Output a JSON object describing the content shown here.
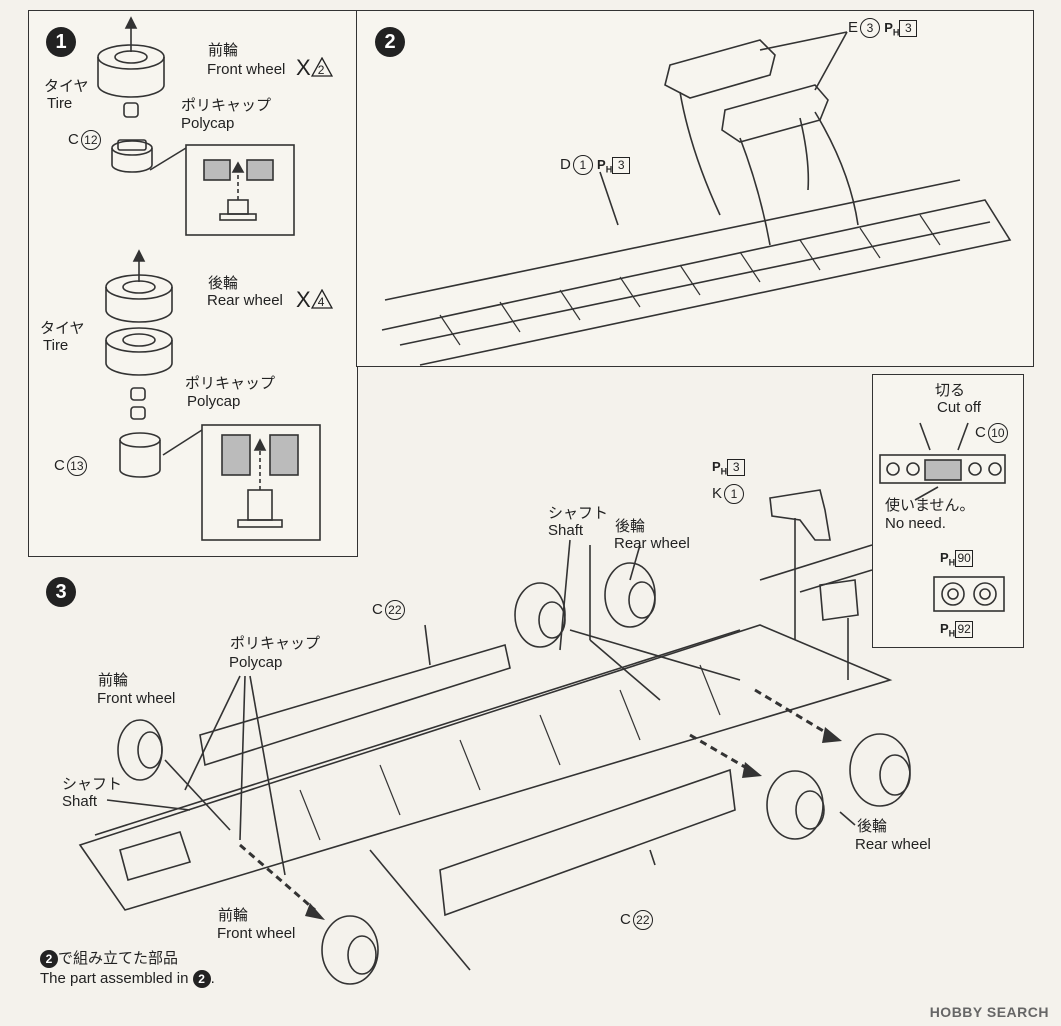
{
  "steps": {
    "s1": "1",
    "s2": "2",
    "s3": "3"
  },
  "step1": {
    "front_wheel_jp": "前輪",
    "front_wheel_en": "Front wheel",
    "front_qty": "2",
    "tire_jp": "タイヤ",
    "tire_en": "Tire",
    "polycap_jp": "ポリキャップ",
    "polycap_en": "Polycap",
    "c12_letter": "C",
    "c12_num": "12",
    "rear_wheel_jp": "後輪",
    "rear_wheel_en": "Rear wheel",
    "rear_qty": "4",
    "tire2_jp": "タイヤ",
    "tire2_en": "Tire",
    "polycap2_jp": "ポリキャップ",
    "polycap2_en": "Polycap",
    "c13_letter": "C",
    "c13_num": "13",
    "x_mark": "X"
  },
  "step2": {
    "e_letter": "E",
    "e_num": "3",
    "e_ph": "3",
    "d_letter": "D",
    "d_num": "1",
    "d_ph": "3"
  },
  "inset": {
    "cut_jp": "切る",
    "cut_en": "Cut off",
    "c10_letter": "C",
    "c10_num": "10",
    "noneed_jp": "使いません。",
    "noneed_en": "No need.",
    "ph90": "90",
    "ph92": "92"
  },
  "step3": {
    "k_ph": "3",
    "k_letter": "K",
    "k_num": "1",
    "shaft_jp": "シャフト",
    "shaft_en": "Shaft",
    "rear_wheel_jp": "後輪",
    "rear_wheel_en": "Rear wheel",
    "c22_letter": "C",
    "c22_num": "22",
    "polycap_jp": "ポリキャップ",
    "polycap_en": "Polycap",
    "front_wheel_jp": "前輪",
    "front_wheel_en": "Front wheel",
    "shaft2_jp": "シャフト",
    "shaft2_en": "Shaft",
    "rear_wheel2_jp": "後輪",
    "rear_wheel2_en": "Rear wheel",
    "front_wheel2_jp": "前輪",
    "front_wheel2_en": "Front wheel",
    "c22b_letter": "C",
    "c22b_num": "22",
    "assembled_step": "2",
    "assembled_jp": "で組み立てた部品",
    "assembled_en": "The part assembled in",
    "assembled_end": "."
  },
  "ph_prefix": "P",
  "ph_sub": "H",
  "watermark": "HOBBY SEARCH"
}
